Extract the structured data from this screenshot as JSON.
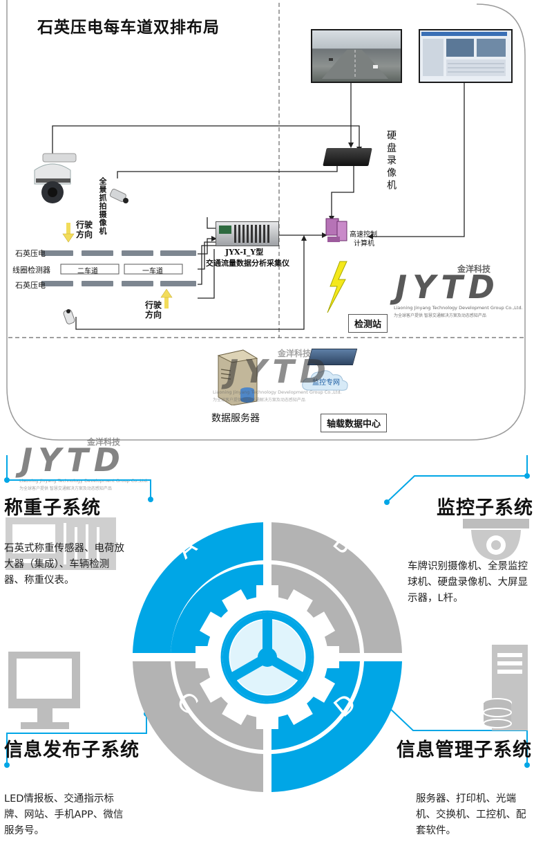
{
  "top_diagram": {
    "title": "石英压电每车道双排布局",
    "dvr_label": "硬盘录像机",
    "panorama_camera_label": "全景抓拍摄像机",
    "direction_label_1": "行驶方向",
    "direction_label_2": "行驶方向",
    "row_quartz_1": "石英压电",
    "row_coil": "线圈检测器",
    "row_quartz_2": "石英压电",
    "lane_2": "二车道",
    "lane_1": "一车道",
    "collector_model": "JYX-I_Y型",
    "collector_name": "交通流量数据分析采集仪",
    "control_pc_1": "高速控制",
    "control_pc_2": "计算机",
    "station_label": "检测站",
    "server_label": "数据服务器",
    "center_label": "轴载数据中心",
    "network_label": "监控专网"
  },
  "watermark": {
    "company_cn": "金洋科技",
    "logo": "JYTD",
    "company_en": "Liaoning Jinyang Technology Development Group Co.,Ltd.",
    "slogan": "为全球客户提供 智慧交通解决方案及动态感知产品"
  },
  "subsystems": {
    "weighing": {
      "title": "称重子系统",
      "desc": "石英式称重传感器、电荷放大器（集成）、车辆检测器、称重仪表。"
    },
    "monitoring": {
      "title": "监控子系统",
      "desc": "车牌识别摄像机、全景监控球机、硬盘录像机、大屏显示器，L杆。"
    },
    "publishing": {
      "title": "信息发布子系统",
      "desc": "LED情报板、交通指示标牌、网站、手机APP、微信服务号。"
    },
    "management": {
      "title": "信息管理子系统",
      "desc": "服务器、打印机、光端机、交换机、工控机、配套软件。"
    }
  },
  "segments": {
    "a": "A",
    "b": "B",
    "c": "C",
    "d": "D"
  },
  "colors": {
    "cyan": "#00a6e6",
    "gray": "#b3b3b3",
    "line": "#222222"
  }
}
